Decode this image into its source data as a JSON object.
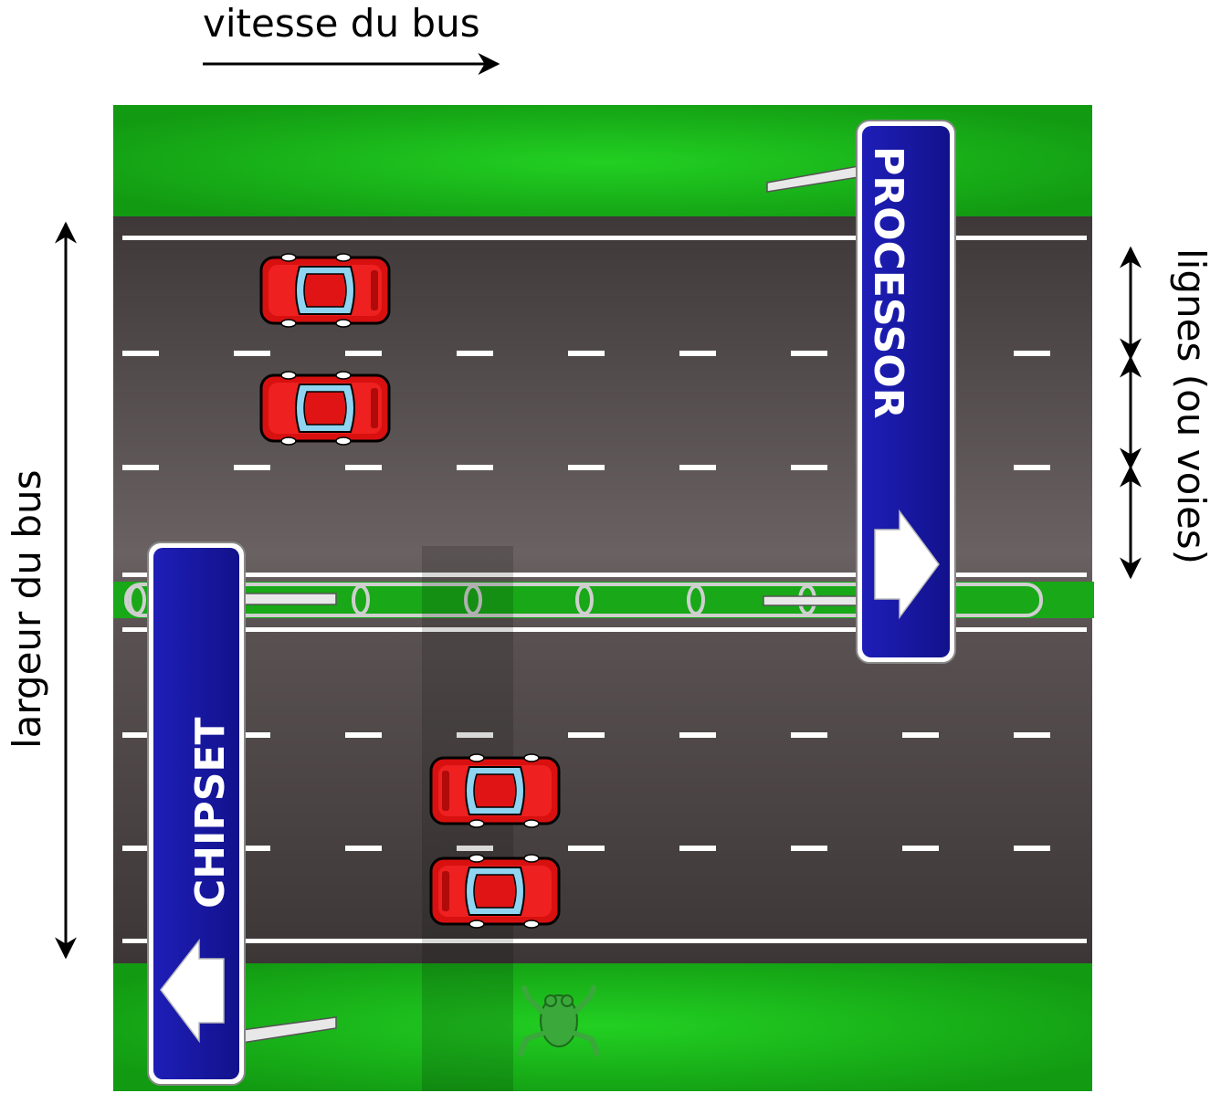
{
  "labels": {
    "speed": "vitesse du bus",
    "width": "largeur du bus",
    "lanes": "lignes (ou voies)"
  },
  "signs": {
    "processor": "PROCESSOR",
    "chipset": "CHIPSET"
  },
  "colors": {
    "grass": "#1fb81f",
    "road": "#4a4444",
    "lane_marking": "#ffffff",
    "sign_blue": "#1a1aa8",
    "car_red": "#e01010",
    "frog_green": "#3aa83a"
  },
  "icons": [
    "car-icon",
    "frog-icon",
    "arrow-right-icon",
    "arrow-left-icon"
  ]
}
